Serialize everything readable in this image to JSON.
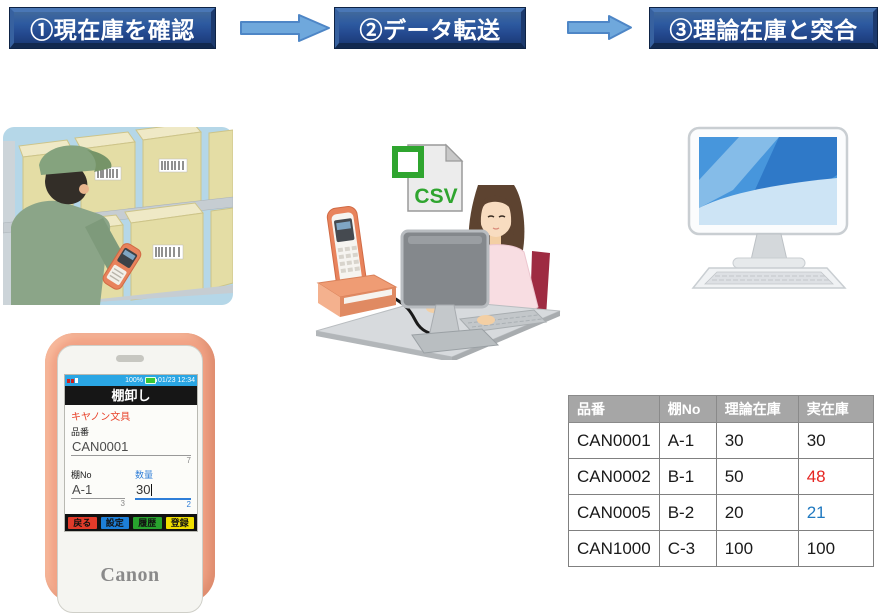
{
  "steps": [
    {
      "label": "①現在庫を確認"
    },
    {
      "label": "②データ転送"
    },
    {
      "label": "③理論在庫と突合"
    }
  ],
  "device": {
    "battery": "100%",
    "datetime": "01/23 12:34",
    "title": "棚卸し",
    "company": "キヤノン文具",
    "part": {
      "label": "品番",
      "value": "CAN0001",
      "max": "7"
    },
    "shelf": {
      "label": "棚No",
      "value": "A-1",
      "max": "3"
    },
    "qty": {
      "label": "数量",
      "value": "30",
      "max": "2"
    },
    "keys": [
      {
        "label": "戻る",
        "style": "background:#e23b2a"
      },
      {
        "label": "設定",
        "style": "background:#1d7fd8"
      },
      {
        "label": "履歴",
        "style": "background:#28a22e"
      },
      {
        "label": "登録",
        "style": "background:#f0df00"
      }
    ],
    "brand": "Canon"
  },
  "csv": {
    "label": "CSV"
  },
  "table": {
    "headers": [
      "品番",
      "棚No",
      "理論在庫",
      "実在庫"
    ],
    "rows": [
      {
        "part": "CAN0001",
        "shelf": "A-1",
        "theory": "30",
        "actual": "30",
        "actual_style": "color:#1a1a1a"
      },
      {
        "part": "CAN0002",
        "shelf": "B-1",
        "theory": "50",
        "actual": "48",
        "actual_style": "color:#e62420"
      },
      {
        "part": "CAN0005",
        "shelf": "B-2",
        "theory": "20",
        "actual": "21",
        "actual_style": "color:#2079c0"
      },
      {
        "part": "CAN1000",
        "shelf": "C-3",
        "theory": "100",
        "actual": "100",
        "actual_style": "color:#1a1a1a"
      }
    ]
  },
  "colors": {
    "banner_blue": "#2a549c",
    "arrow_blue": "#6fa8dc",
    "bumper_orange": "#f1a285",
    "csv_green": "#2fa52f",
    "table_header_bg": "#a6a6a6",
    "alert_red": "#e62420",
    "alert_blue": "#2079c0"
  }
}
